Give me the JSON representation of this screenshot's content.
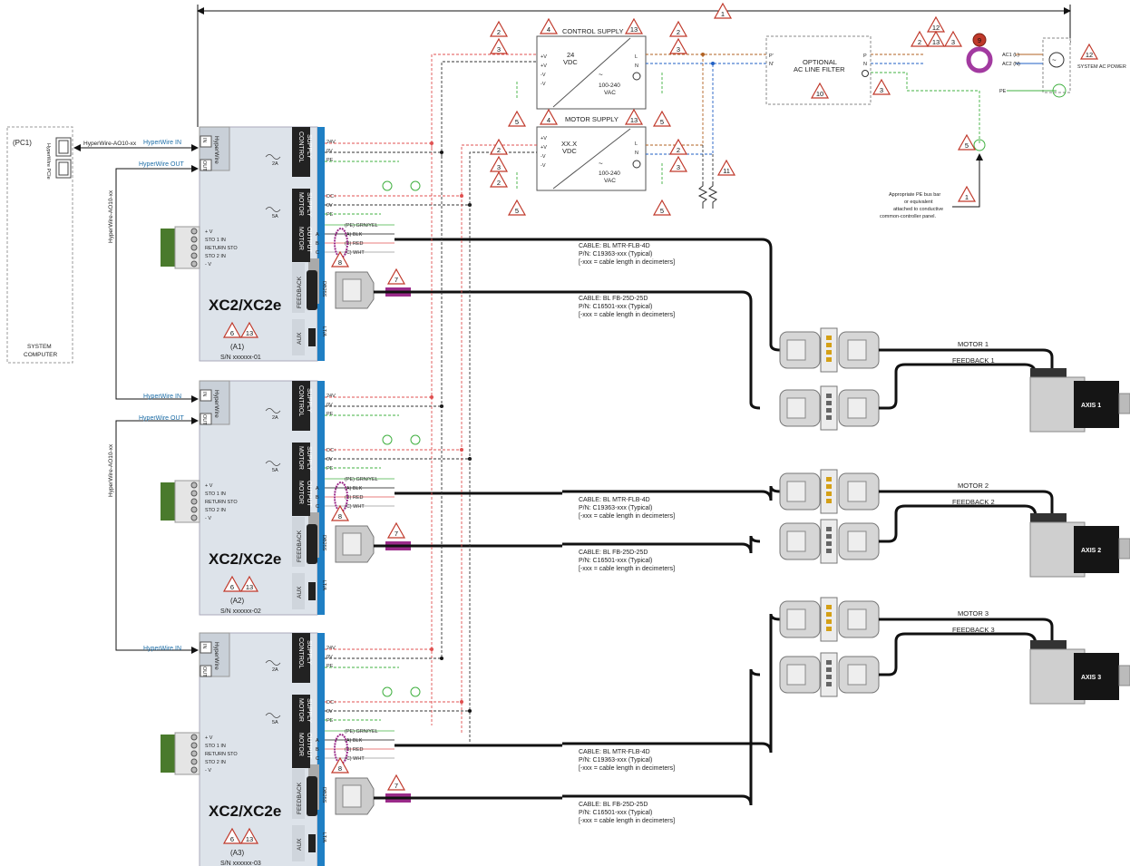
{
  "top_note": "1",
  "pc": {
    "id": "(PC1)",
    "slot": "HyperWire PCIe",
    "label1": "SYSTEM",
    "label2": "COMPUTER"
  },
  "hyperwire": {
    "cable_top": "HyperWire-AO10-xx",
    "cable_vertical": "HyperWire-AO10-xx",
    "in": "HyperWire IN",
    "out": "HyperWire OUT",
    "port_in": "IN",
    "port_out": "OUT",
    "block": "HyperWire"
  },
  "drive_labels": {
    "control_supply": "CONTROL SUPPLY",
    "motor_supply": "MOTOR SUPPLY",
    "motor_output": "MOTOR OUTPUT",
    "feedback": "FEEDBACK",
    "aux": "AUX",
    "fuse_ctrl": "2A",
    "fuse_mtr": "5A",
    "ctrl_pins": [
      "24V",
      "0V",
      "PE"
    ],
    "mtr_pins": [
      "DC+",
      "0V",
      "PE"
    ],
    "out_pins": [
      "A",
      "B",
      "C"
    ],
    "out_wires": [
      "(PE) GRN/YEL",
      "(A) BLK",
      "(B) RED",
      "(C) WHT"
    ],
    "sto": [
      "+ V",
      "STO 1 IN",
      "RETURN STO",
      "STO 2 IN",
      "- V"
    ],
    "db25": "DB25S",
    "aux_conn": "LT/A"
  },
  "drives": [
    {
      "model": "XC2/XC2e",
      "id": "(A1)",
      "sn": "S/N xxxxxx-01",
      "notes": [
        "6",
        "13"
      ],
      "note8": "8",
      "note7": "7"
    },
    {
      "model": "XC2/XC2e",
      "id": "(A2)",
      "sn": "S/N xxxxxx-02",
      "notes": [
        "6",
        "13"
      ],
      "note8": "8",
      "note7": "7"
    },
    {
      "model": "XC2/XC2e",
      "id": "(A3)",
      "sn": "S/N xxxxxx-03",
      "notes": [
        "6",
        "13"
      ],
      "note8": "8",
      "note7": "7"
    }
  ],
  "control_supply": {
    "title": "CONTROL SUPPLY",
    "vout": "24",
    "vunit": "VDC",
    "vin": "100-240",
    "vin_unit": "VAC",
    "pins_left": [
      "+V",
      "+V",
      "-V",
      "-V"
    ],
    "pins_right": [
      "L",
      "N"
    ],
    "notes_top": [
      "4",
      "13"
    ]
  },
  "motor_supply": {
    "title": "MOTOR SUPPLY",
    "vout": "XX.X",
    "vunit": "VDC",
    "vin": "100-240",
    "vin_unit": "VAC",
    "pins_left": [
      "+V",
      "+V",
      "-V",
      "-V"
    ],
    "pins_right": [
      "L",
      "N"
    ],
    "notes_top": [
      "4",
      "13"
    ]
  },
  "filter": {
    "l1": "OPTIONAL",
    "l2": "AC LINE FILTER",
    "pins_left": [
      "P'",
      "N'"
    ],
    "pins_right": [
      "P",
      "N"
    ],
    "note": "10",
    "note3": "3"
  },
  "power": {
    "ac1": "AC1 (L)",
    "ac2": "AC2 (N)",
    "label": "SYSTEM AC POWER",
    "pe": "PE",
    "notes": [
      "12",
      "13",
      "2",
      "3",
      "9",
      "12"
    ]
  },
  "note11": "11",
  "pe_note": [
    "Appropriate PE bus bar",
    "or equivalent",
    "attached to conductive",
    "common-controller panel."
  ],
  "cables": {
    "motor": [
      "CABLE: BL MTR-FLB-4D",
      "P/N: C19363-xxx (Typical)",
      "[-xxx = cable length in decimeters]"
    ],
    "feedback": [
      "CABLE: BL FB-25D-25D",
      "P/N: C16501-xxx (Typical)",
      "[-xxx = cable length in decimeters]"
    ]
  },
  "axes": [
    {
      "name": "AXIS 1",
      "motor": "MOTOR 1",
      "feedback": "FEEDBACK 1"
    },
    {
      "name": "AXIS 2",
      "motor": "MOTOR 2",
      "feedback": "FEEDBACK 2"
    },
    {
      "name": "AXIS 3",
      "motor": "MOTOR 3",
      "feedback": "FEEDBACK 3"
    }
  ],
  "note_tris": [
    "2",
    "3",
    "5",
    "7"
  ],
  "colors": {
    "accent_blue": "#1f7fc4",
    "panel_gray": "#dde3ea",
    "wire_red": "#e05050",
    "wire_green": "#40b040",
    "tri_red": "#c0392b",
    "cable_black": "#111111",
    "ferrite_magenta": "#9b2b8a"
  }
}
